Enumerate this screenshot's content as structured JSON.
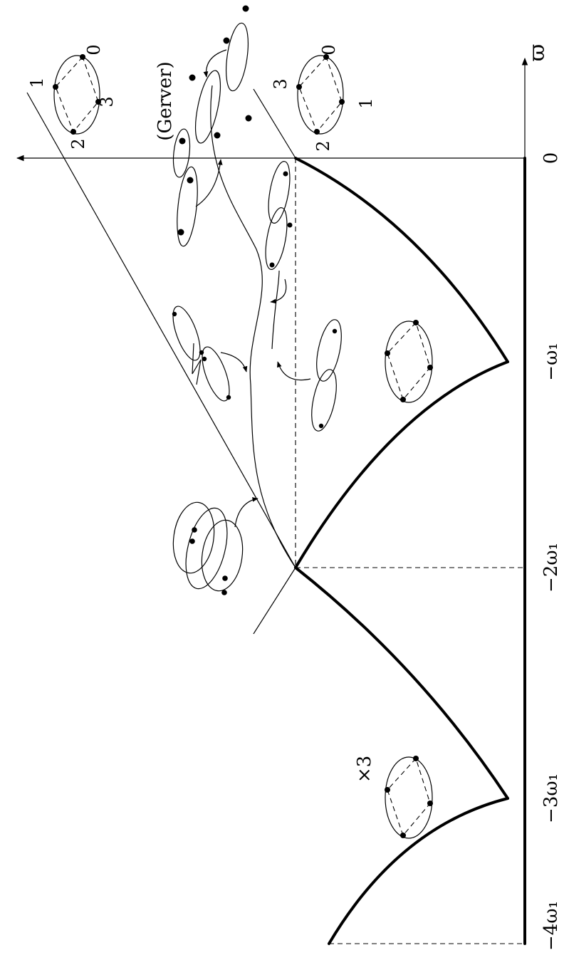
{
  "axis": {
    "horizontal_label": "ϖ",
    "tick_labels": [
      "0",
      "−ω₁",
      "−2ω₁",
      "−3ω₁",
      "−4ω₁"
    ]
  },
  "labels": {
    "gerver": "(Gerver)",
    "times_three": "×3",
    "chain_left": [
      "0",
      "1",
      "2",
      "3"
    ],
    "chain_right": [
      "0",
      "1",
      "2",
      "3"
    ]
  }
}
